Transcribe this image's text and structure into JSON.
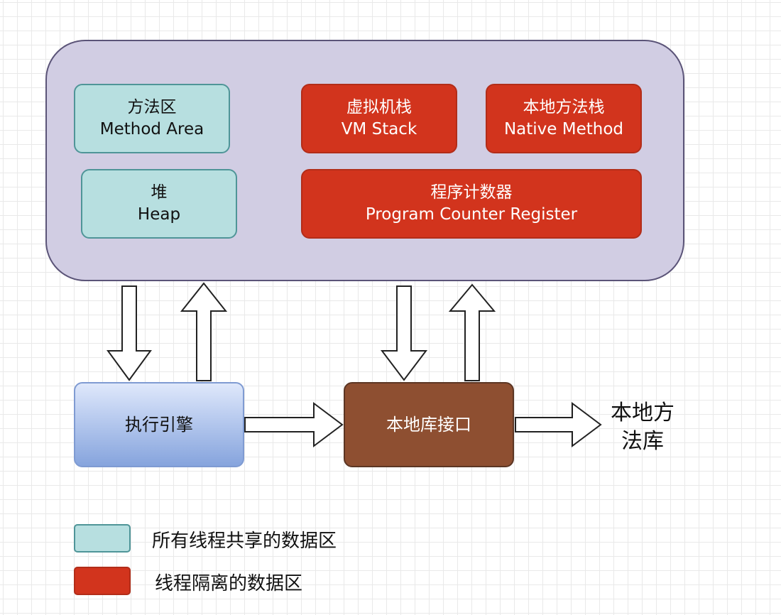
{
  "diagram": {
    "regions": {
      "method_area": {
        "zh": "方法区",
        "en": "Method Area"
      },
      "heap": {
        "zh": "堆",
        "en": "Heap"
      },
      "vm_stack": {
        "zh": "虚拟机栈",
        "en": "VM Stack"
      },
      "native_method_stack": {
        "zh": "本地方法栈",
        "en": "Native Method"
      },
      "program_counter": {
        "zh": "程序计数器",
        "en": "Program Counter Register"
      }
    },
    "execution_engine": "执行引擎",
    "native_interface": "本地库接口",
    "native_library": {
      "line1": "本地方",
      "line2": "法库"
    }
  },
  "legend": [
    {
      "label": "所有线程共享的数据区",
      "color": "#b7dfe0"
    },
    {
      "label": "线程隔离的数据区",
      "color": "#d2341d"
    }
  ],
  "colors": {
    "runtime_area": "#d1cde3",
    "shared": "#b7dfe0",
    "isolated": "#d2341d",
    "engine": "#a9bfeb",
    "native_interface": "#8e4f31"
  }
}
